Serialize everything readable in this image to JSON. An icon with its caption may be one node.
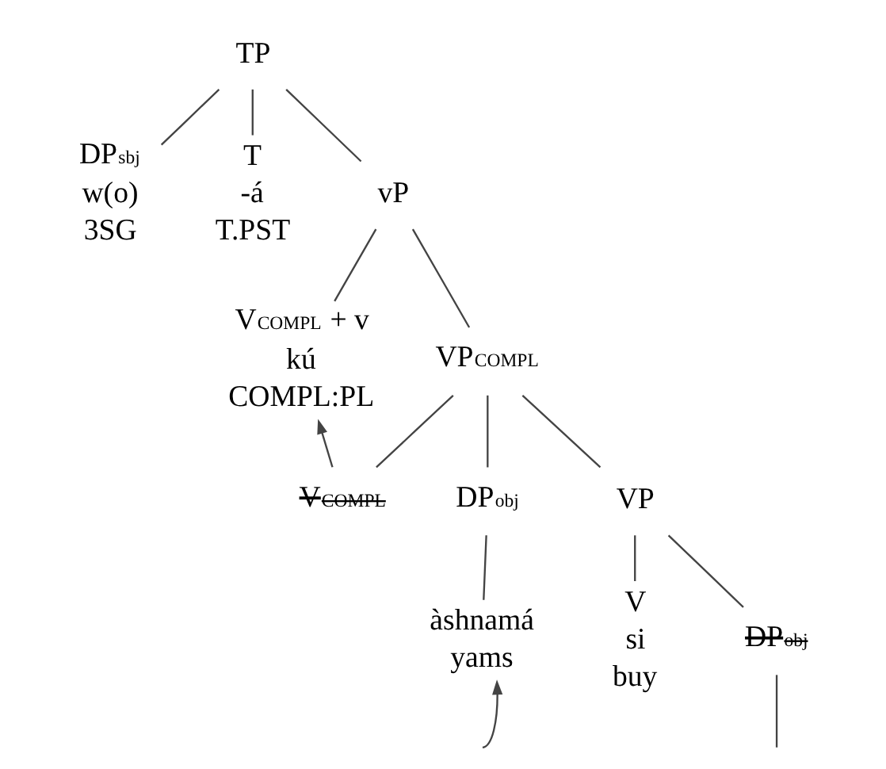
{
  "diagram": {
    "nodes": [
      {
        "text": [
          "TP"
        ]
      },
      {
        "text": [
          "DP$_{sbj}$",
          "w(o)",
          "3SG"
        ]
      },
      {
        "text": [
          "T",
          "-á",
          "T.PST"
        ]
      },
      {
        "text": [
          "vP"
        ]
      },
      {
        "text": [
          "V$_{COMPL}$ + v",
          "kú",
          "COMPL:PL"
        ]
      },
      {
        "text": [
          "VP$_{COMPL}$"
        ]
      },
      {
        "text": [
          "DP$_{obj}$"
        ]
      },
      {
        "text": [
          "àshnamá",
          "yams"
        ]
      },
      {
        "text": [
          "V$_{COMPL}$"
        ]
      },
      {
        "text": [
          "VP"
        ]
      },
      {
        "text": [
          "V",
          "si",
          "buy"
        ]
      },
      {
        "text": [
          "DP$_{obj}$"
        ]
      }
    ],
    "edges": [
      {
        "from": 0,
        "to": 1,
        "arrow": "none"
      },
      {
        "from": 0,
        "to": 2,
        "arrow": "none"
      },
      {
        "from": 0,
        "to": 3,
        "arrow": "none"
      },
      {
        "from": 3,
        "to": 4,
        "arrow": "none"
      },
      {
        "from": 3,
        "to": 5,
        "arrow": "none"
      },
      {
        "from": 5,
        "to": 6,
        "arrow": "none"
      },
      {
        "from": 5,
        "to": 8,
        "arrow": "none"
      },
      {
        "from": 5,
        "to": 9,
        "arrow": "none"
      },
      {
        "from": 6,
        "to": 7,
        "arrow": "none"
      },
      {
        "from": 9,
        "to": 10,
        "arrow": "none"
      },
      {
        "from": 9,
        "to": 11,
        "arrow": "none"
      },
      {
        "from": 8,
        "to": 4,
        "arrow": "to"
      },
      {
        "from": null,
        "to": 7,
        "arrow": "to"
      },
      {
        "from": 11,
        "to": null,
        "arrow": "none"
      }
    ]
  }
}
